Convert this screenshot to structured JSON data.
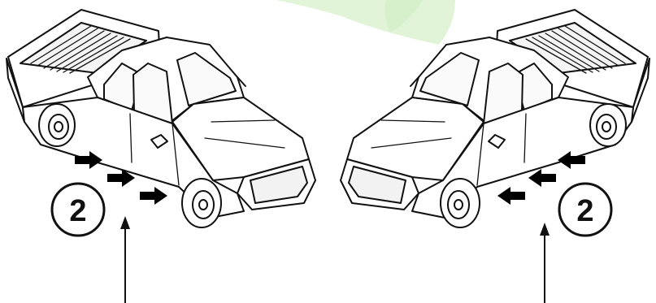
{
  "diagram": {
    "colors": {
      "line": "#111111",
      "fill": "#ffffff",
      "arrow_fill": "#000000",
      "watermark": "#c9ecb8"
    },
    "left_view": {
      "callout_number": "2",
      "vehicle": "pickup-truck-left-side-view",
      "push_arrows": 3,
      "pointer_arrow": "up"
    },
    "right_view": {
      "callout_number": "2",
      "vehicle": "pickup-truck-right-side-view",
      "push_arrows": 3,
      "pointer_arrow": "up"
    }
  }
}
